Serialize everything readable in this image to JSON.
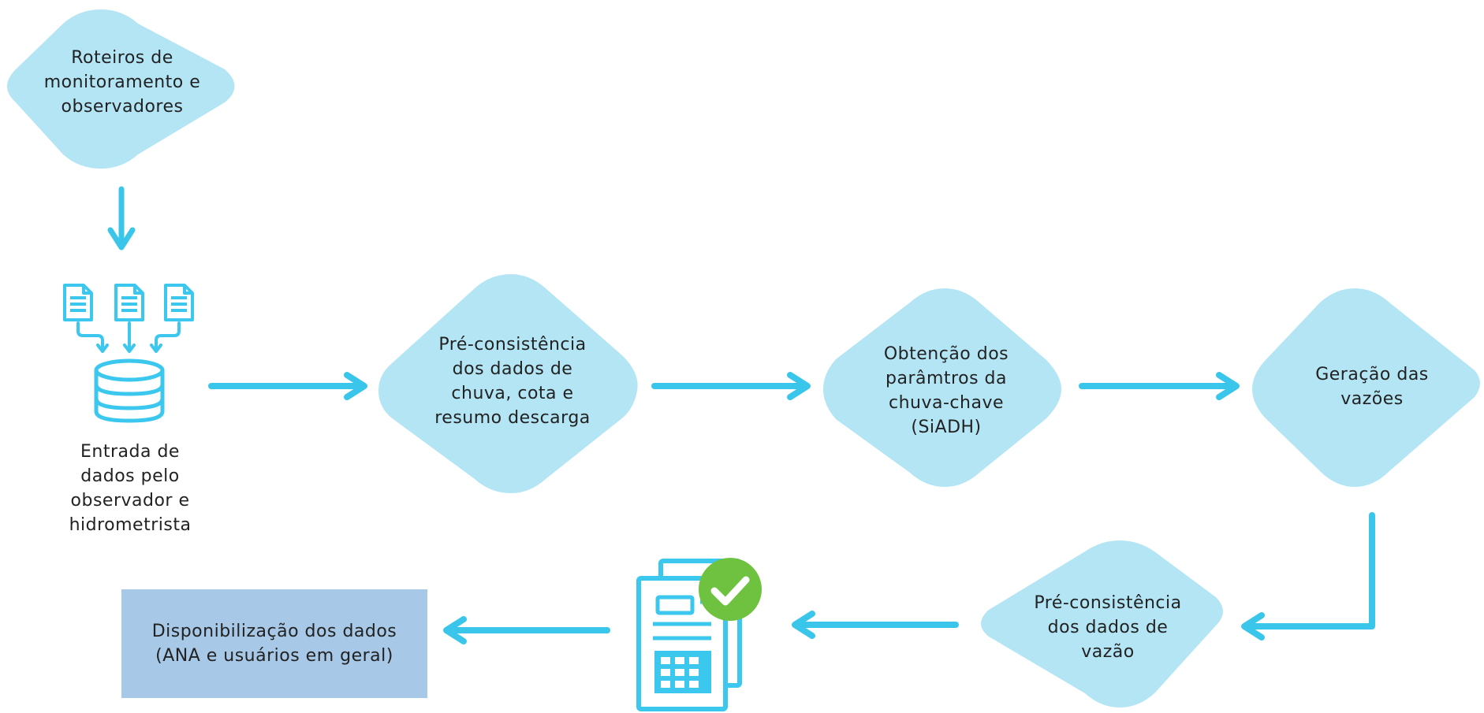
{
  "colors": {
    "diamond_fill": "#b3e5f5",
    "arrow": "#39c6ea",
    "icon": "#3cc8ee",
    "final_box": "#a7c8e6",
    "check_badge": "#6ec23f",
    "text": "#222222"
  },
  "nodes": {
    "roteiros": {
      "line1": "Roteiros de",
      "line2": "monitoramento e",
      "line3": "observadores"
    },
    "entrada": {
      "line1": "Entrada de",
      "line2": "dados pelo",
      "line3": "observador e",
      "line4": "hidrometrista"
    },
    "pre_chuva": {
      "line1": "Pré-consistência",
      "line2": "dos dados de",
      "line3": "chuva, cota e",
      "line4": "resumo descarga"
    },
    "obtencao": {
      "line1": "Obtenção dos",
      "line2": "parâmtros da",
      "line3": "chuva-chave",
      "line4": "(SiADH)"
    },
    "geracao": {
      "line1": "Geração das",
      "line2": "vazões"
    },
    "pre_vazao": {
      "line1": "Pré-consistência",
      "line2": "dos dados de",
      "line3": "vazão"
    },
    "disponibilizacao": {
      "line1": "Disponibilização dos dados",
      "line2": "(ANA e usuários em geral)"
    }
  },
  "icons": {
    "documents": "document-icon",
    "database": "database-icon",
    "report": "report-with-checkmark-icon"
  }
}
